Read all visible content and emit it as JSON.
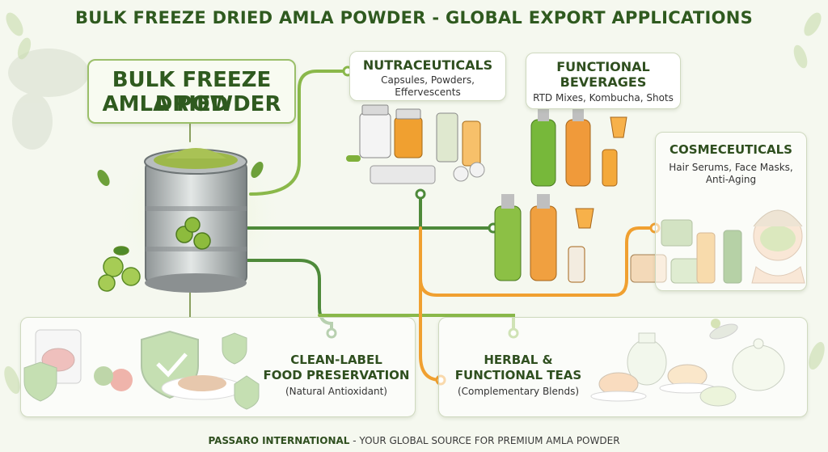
{
  "title": "BULK FREEZE DRIED AMLA POWDER - GLOBAL EXPORT APPLICATIONS",
  "main": {
    "line1": "BULK FREEZE DRIED",
    "line2": "AMLA POWDER"
  },
  "apps": {
    "nutra": {
      "title": "NUTRACEUTICALS",
      "sub1": "Capsules, Powders,",
      "sub2": "Effervescents"
    },
    "bev": {
      "title1": "FUNCTIONAL",
      "title2": "BEVERAGES",
      "sub": "RTD Mixes, Kombucha, Shots"
    },
    "cosm": {
      "title": "COSMECEUTICALS",
      "sub1": "Hair Serums, Face Masks,",
      "sub2": "Anti-Aging"
    },
    "food": {
      "title1": "CLEAN-LABEL",
      "title2": "FOOD PRESERVATION",
      "sub": "(Natural Antioxidant)"
    },
    "tea": {
      "title1": "HERBAL &",
      "title2": "FUNCTIONAL TEAS",
      "sub": "(Complementary Blends)"
    }
  },
  "footer": {
    "brand": "PASSARO INTERNATIONAL",
    "text": " - YOUR GLOBAL SOURCE FOR PREMIUM AMLA POWDER"
  },
  "colors": {
    "green_dark": "#2f5a1f",
    "line_green": "#8ab84a",
    "line_dark": "#4e8a3a",
    "line_orange": "#f0a030"
  }
}
